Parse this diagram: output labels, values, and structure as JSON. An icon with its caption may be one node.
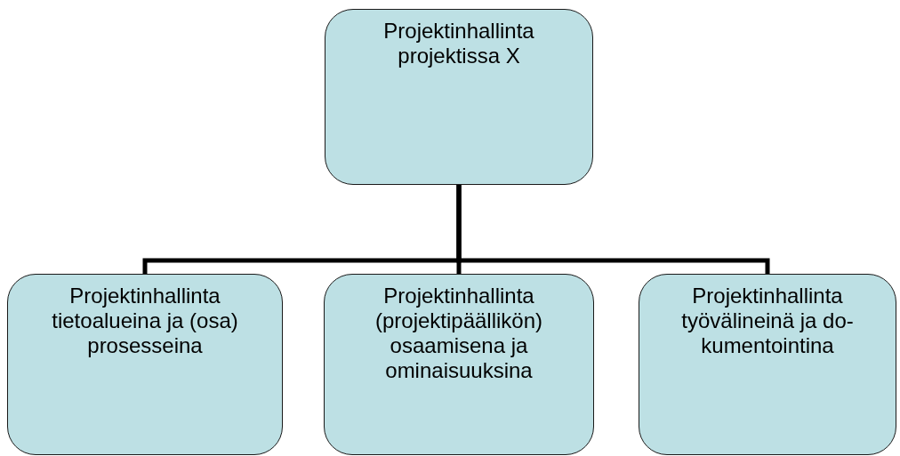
{
  "diagram": {
    "nodes": [
      {
        "text": [
          "Projektinhallinta projektissa X"
        ]
      },
      {
        "text": [
          "Projektinhallinta tietoalueina ja (osa) prosesseina"
        ]
      },
      {
        "text": [
          "Projektinhallinta (projektipäällikön) osaamisena ja ominaisuuksina"
        ]
      },
      {
        "text": [
          "Projektinhallinta työvälineinä ja do-kumentointina"
        ]
      }
    ],
    "edges": [
      {
        "from": 0,
        "to": 1,
        "arrow": "none"
      },
      {
        "from": 0,
        "to": 2,
        "arrow": "none"
      },
      {
        "from": 0,
        "to": 3,
        "arrow": "none"
      }
    ]
  }
}
